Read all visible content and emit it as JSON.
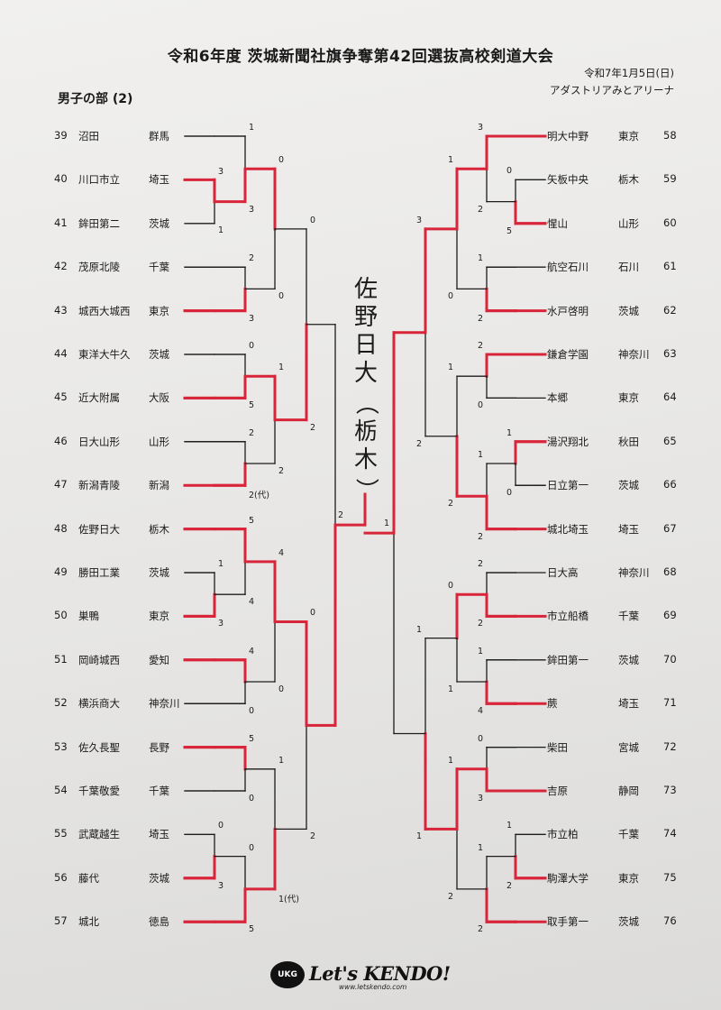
{
  "document": {
    "title": "令和6年度 茨城新聞社旗争奪第42回選抜高校剣道大会",
    "date": "令和7年1月5日(日)",
    "venue": "アダストリアみとアリーナ",
    "section": "男子の部 (2)"
  },
  "champion": {
    "chars": [
      "佐",
      "野",
      "日",
      "大"
    ],
    "paren_open": "（",
    "pref_chars": [
      "栃",
      "木"
    ],
    "paren_close": "）"
  },
  "colors": {
    "winner_line": "#d9253a",
    "loser_line": "#1c1c1c"
  },
  "left_teams": [
    {
      "num": "39",
      "name": "沼田",
      "pref": "群馬"
    },
    {
      "num": "40",
      "name": "川口市立",
      "pref": "埼玉"
    },
    {
      "num": "41",
      "name": "鉾田第二",
      "pref": "茨城"
    },
    {
      "num": "42",
      "name": "茂原北陵",
      "pref": "千葉"
    },
    {
      "num": "43",
      "name": "城西大城西",
      "pref": "東京"
    },
    {
      "num": "44",
      "name": "東洋大牛久",
      "pref": "茨城"
    },
    {
      "num": "45",
      "name": "近大附属",
      "pref": "大阪"
    },
    {
      "num": "46",
      "name": "日大山形",
      "pref": "山形"
    },
    {
      "num": "47",
      "name": "新潟青陵",
      "pref": "新潟"
    },
    {
      "num": "48",
      "name": "佐野日大",
      "pref": "栃木"
    },
    {
      "num": "49",
      "name": "勝田工業",
      "pref": "茨城"
    },
    {
      "num": "50",
      "name": "巣鴨",
      "pref": "東京"
    },
    {
      "num": "51",
      "name": "岡崎城西",
      "pref": "愛知"
    },
    {
      "num": "52",
      "name": "横浜商大",
      "pref": "神奈川"
    },
    {
      "num": "53",
      "name": "佐久長聖",
      "pref": "長野"
    },
    {
      "num": "54",
      "name": "千葉敬愛",
      "pref": "千葉"
    },
    {
      "num": "55",
      "name": "武蔵越生",
      "pref": "埼玉"
    },
    {
      "num": "56",
      "name": "藤代",
      "pref": "茨城"
    },
    {
      "num": "57",
      "name": "城北",
      "pref": "徳島"
    }
  ],
  "right_teams": [
    {
      "num": "58",
      "name": "明大中野",
      "pref": "東京"
    },
    {
      "num": "59",
      "name": "矢板中央",
      "pref": "栃木"
    },
    {
      "num": "60",
      "name": "惺山",
      "pref": "山形"
    },
    {
      "num": "61",
      "name": "航空石川",
      "pref": "石川"
    },
    {
      "num": "62",
      "name": "水戸啓明",
      "pref": "茨城"
    },
    {
      "num": "63",
      "name": "鎌倉学園",
      "pref": "神奈川"
    },
    {
      "num": "64",
      "name": "本郷",
      "pref": "東京"
    },
    {
      "num": "65",
      "name": "湯沢翔北",
      "pref": "秋田"
    },
    {
      "num": "66",
      "name": "日立第一",
      "pref": "茨城"
    },
    {
      "num": "67",
      "name": "城北埼玉",
      "pref": "埼玉"
    },
    {
      "num": "68",
      "name": "日大高",
      "pref": "神奈川"
    },
    {
      "num": "69",
      "name": "市立船橋",
      "pref": "千葉"
    },
    {
      "num": "70",
      "name": "鉾田第一",
      "pref": "茨城"
    },
    {
      "num": "71",
      "name": "蕨",
      "pref": "埼玉"
    },
    {
      "num": "72",
      "name": "柴田",
      "pref": "宮城"
    },
    {
      "num": "73",
      "name": "吉原",
      "pref": "静岡"
    },
    {
      "num": "74",
      "name": "市立柏",
      "pref": "千葉"
    },
    {
      "num": "75",
      "name": "駒澤大学",
      "pref": "東京"
    },
    {
      "num": "76",
      "name": "取手第一",
      "pref": "茨城"
    }
  ],
  "scores": {
    "l_39_4041": [
      "1",
      "3"
    ],
    "l_40_41": [
      "3",
      "1"
    ],
    "l_39g_42g": [
      "0",
      "0"
    ],
    "l_42_43": [
      "2",
      "3"
    ],
    "l_44_45": [
      "0",
      "5"
    ],
    "l_45g_4647": [
      "1",
      "2"
    ],
    "l_46_47": [
      "2",
      "2(代)"
    ],
    "l_q1_q2": [
      "0",
      "2"
    ],
    "l_48_4950": [
      "5",
      "4"
    ],
    "l_49_50": [
      "1",
      "3"
    ],
    "l_51_52": [
      "4",
      "0"
    ],
    "l_48g_51g": [
      "4",
      "0"
    ],
    "l_53_54": [
      "5",
      "0"
    ],
    "l_55_56": [
      "0",
      "3"
    ],
    "l_5556_57": [
      "0",
      "5"
    ],
    "l_53g_57g": [
      "1",
      "1(代)"
    ],
    "l_h1_h2": [
      "0",
      "2"
    ],
    "l_final": "2",
    "r_58_5960": [
      "3",
      "2"
    ],
    "r_59_60": [
      "0",
      "5"
    ],
    "r_61_62": [
      "1",
      "2"
    ],
    "r_58g_61g": [
      "1",
      "0"
    ],
    "r_63_64": [
      "2",
      "0"
    ],
    "r_65_66": [
      "1",
      "0"
    ],
    "r_6566_67": [
      "1",
      "2"
    ],
    "r_63g_65g": [
      "1",
      "2"
    ],
    "r_q1_q2": [
      "3",
      "2"
    ],
    "r_68_69": [
      "2",
      "2"
    ],
    "r_70_71": [
      "1",
      "4"
    ],
    "r_6869_7071": [
      "0",
      "1"
    ],
    "r_72_73": [
      "0",
      "3"
    ],
    "r_74_75": [
      "1",
      "2"
    ],
    "r_7475_76": [
      "1",
      "2"
    ],
    "r_7273_76g": [
      "1",
      "2"
    ],
    "r_h1_h2": [
      "1",
      "1"
    ],
    "r_final": "1"
  },
  "logo": {
    "badge": "UKG",
    "text": "Let's KENDO!",
    "url": "www.letskendo.com"
  }
}
